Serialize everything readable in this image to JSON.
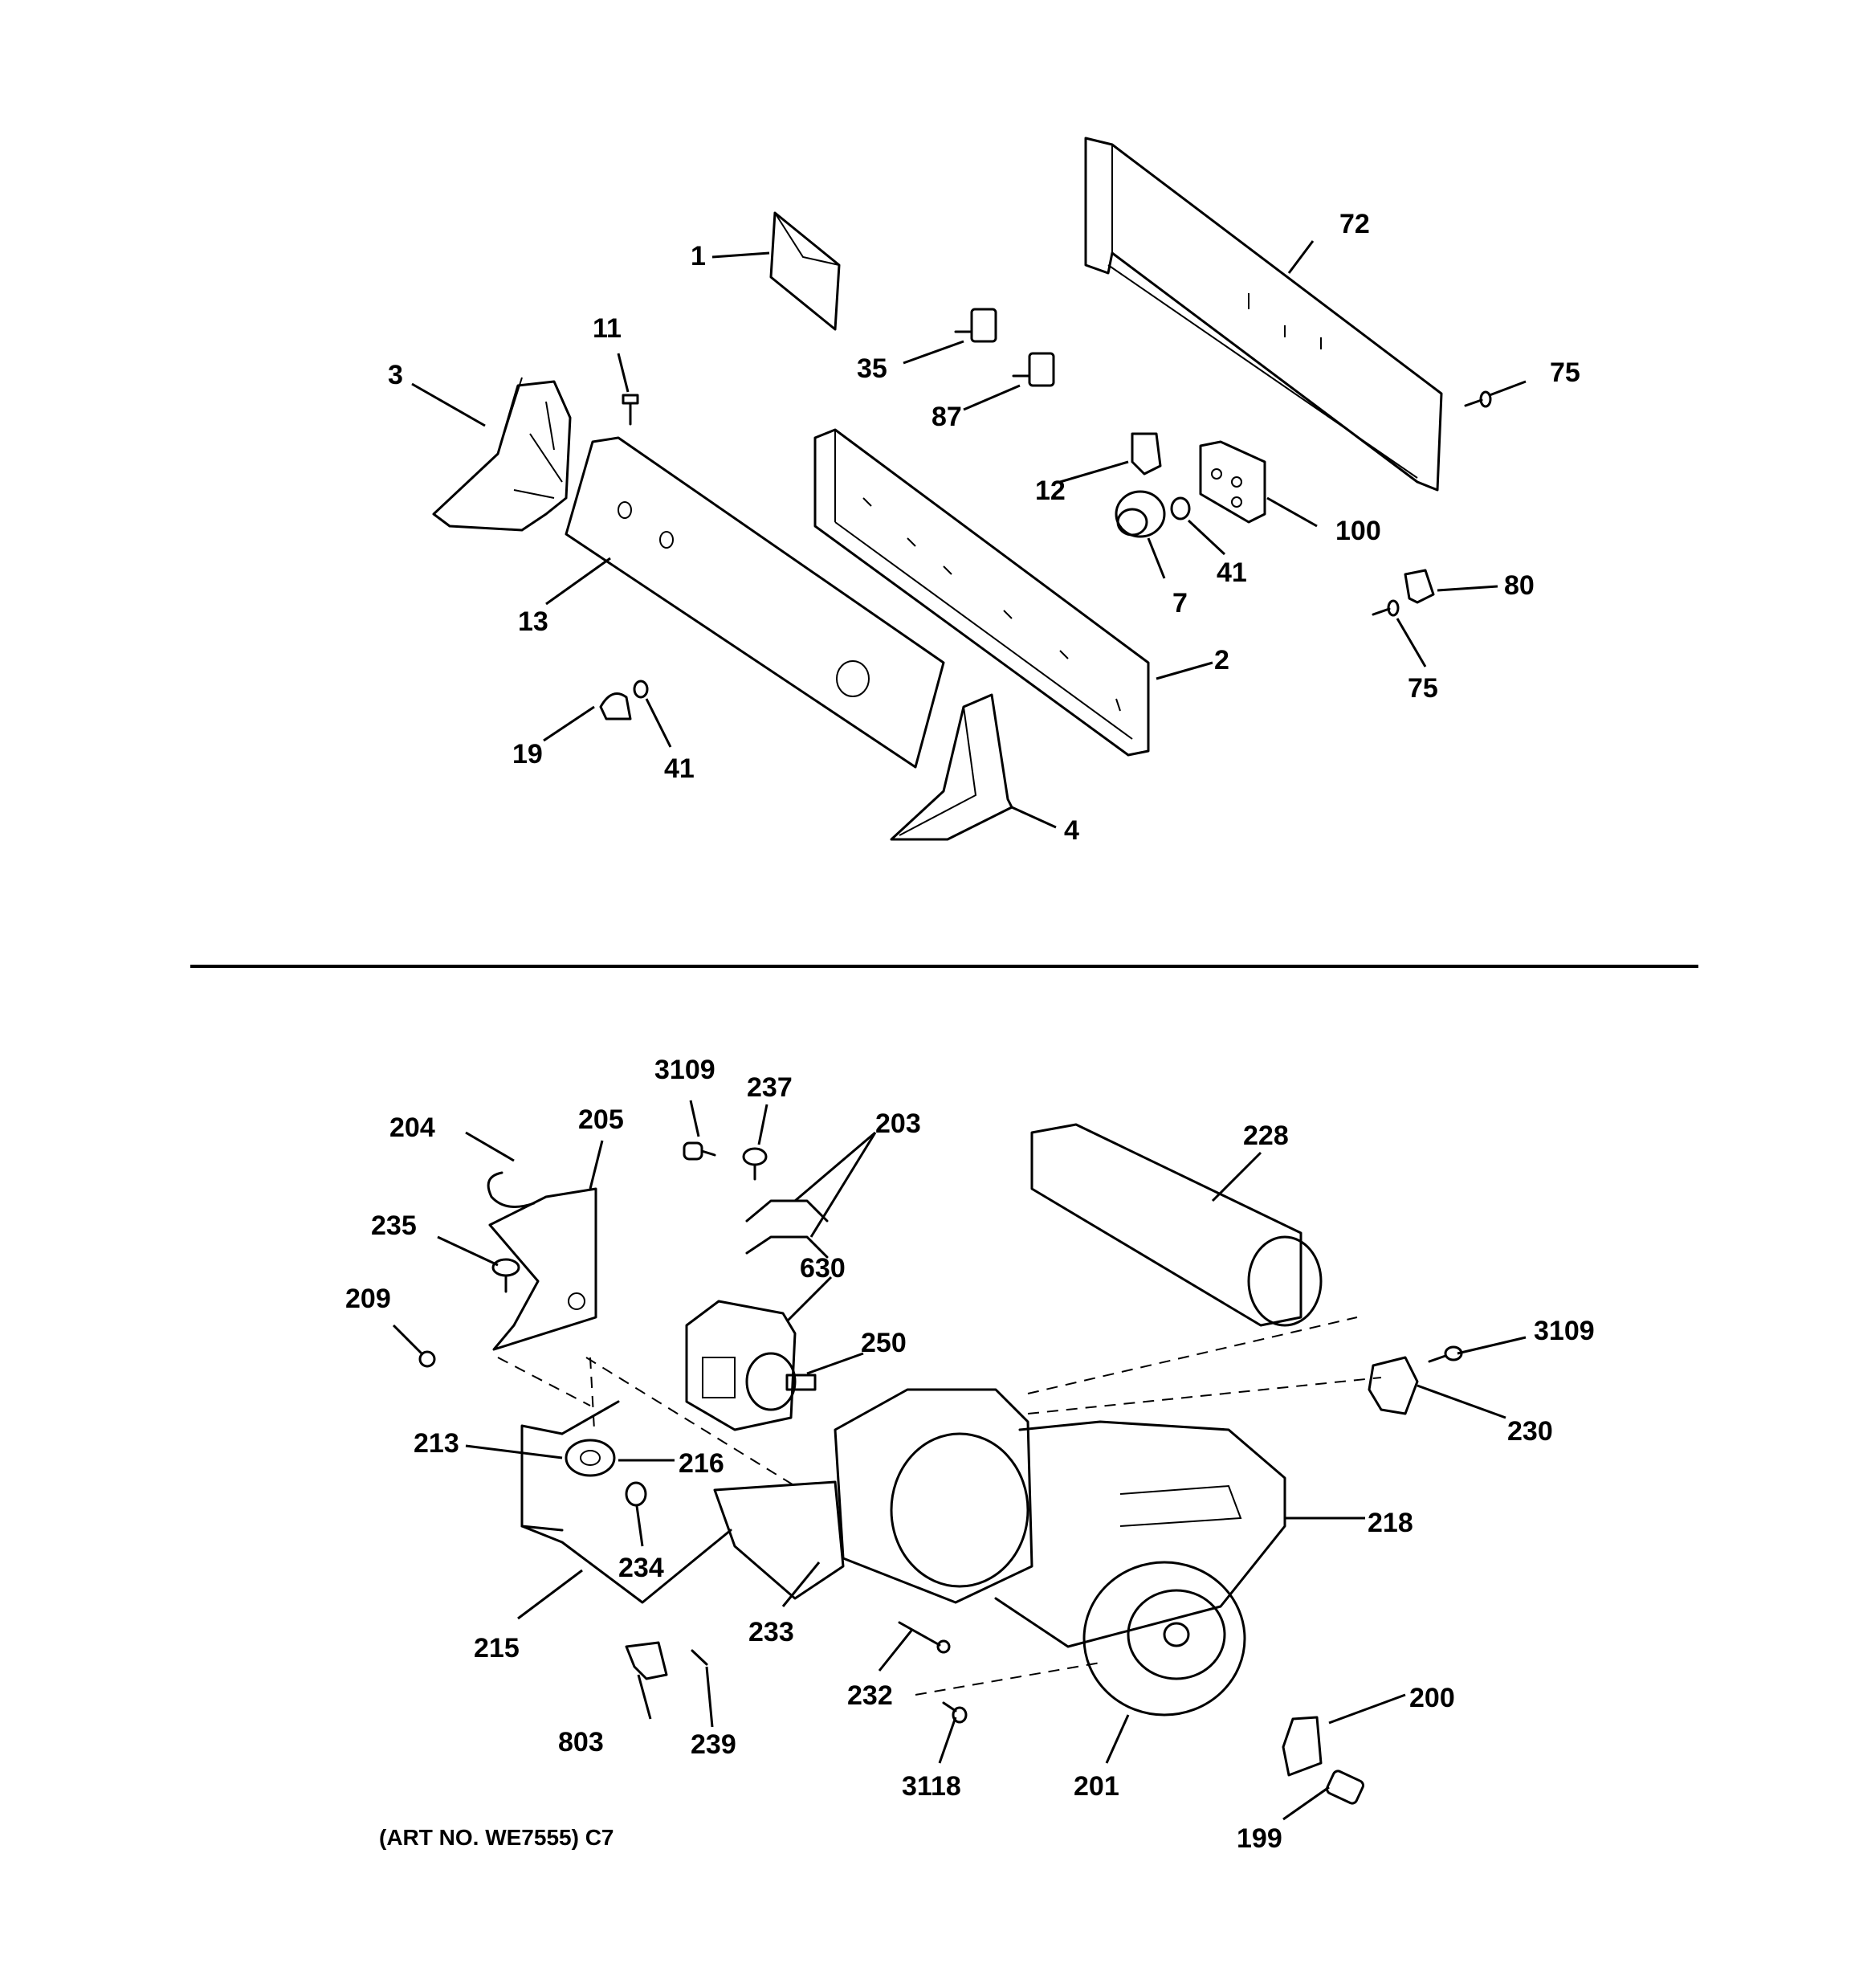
{
  "labels": {
    "l1": "1",
    "l72": "72",
    "l11": "11",
    "l3": "3",
    "l35": "35",
    "l87": "87",
    "l75a": "75",
    "l12": "12",
    "l100": "100",
    "l41a": "41",
    "l7": "7",
    "l13": "13",
    "l80": "80",
    "l2": "2",
    "l75b": "75",
    "l19": "19",
    "l41b": "41",
    "l4": "4",
    "l3109a": "3109",
    "l237": "237",
    "l203": "203",
    "l204": "204",
    "l205": "205",
    "l228": "228",
    "l235": "235",
    "l630": "630",
    "l209": "209",
    "l250": "250",
    "l3109b": "3109",
    "l230": "230",
    "l213": "213",
    "l216": "216",
    "l218": "218",
    "l234": "234",
    "l233": "233",
    "l215": "215",
    "l232": "232",
    "l200": "200",
    "l803": "803",
    "l239": "239",
    "l3118": "3118",
    "l201": "201",
    "l199": "199"
  },
  "art_number": "(ART NO. WE7555) C7"
}
